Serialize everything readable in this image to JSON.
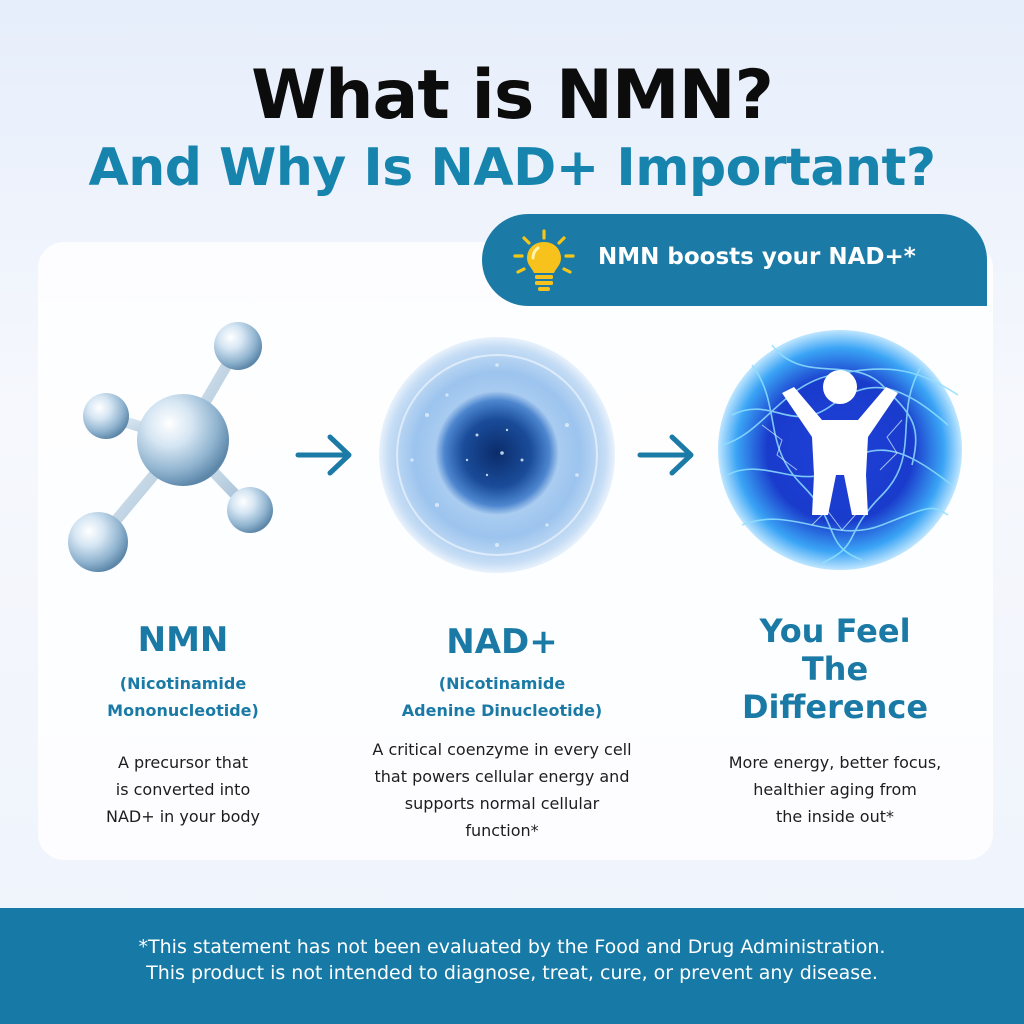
{
  "header": {
    "title": "What is NMN?",
    "subtitle": "And Why Is NAD+ Important?"
  },
  "callout": {
    "icon": "lightbulb-icon",
    "text": "NMN boosts your NAD+*"
  },
  "columns": [
    {
      "icon": "molecule-icon",
      "title": "NMN",
      "subtitle_lines": [
        "(Nicotinamide",
        "Mononucleotide)"
      ],
      "description_lines": [
        "A precursor that",
        "is converted into",
        "NAD+ in your body"
      ]
    },
    {
      "icon": "cell-icon",
      "title": "NAD+",
      "subtitle_lines": [
        "(Nicotinamide",
        "Adenine Dinucleotide)"
      ],
      "description_lines": [
        "A critical coenzyme in every cell",
        "that powers cellular energy and",
        "supports normal cellular",
        "function*"
      ]
    },
    {
      "icon": "energized-person-icon",
      "title_lines": [
        "You Feel",
        "The",
        "Difference"
      ],
      "description_lines": [
        "More energy, better focus,",
        "healthier aging from",
        "the inside out*"
      ]
    }
  ],
  "footer": {
    "line1": "*This statement has not been evaluated by the Food and Drug Administration.",
    "line2": "This product is not intended to diagnose, treat, cure, or prevent any disease."
  },
  "colors": {
    "accent_blue": "#1784ad",
    "footer_blue": "#177aa6",
    "title_black": "#0c0c0c"
  }
}
